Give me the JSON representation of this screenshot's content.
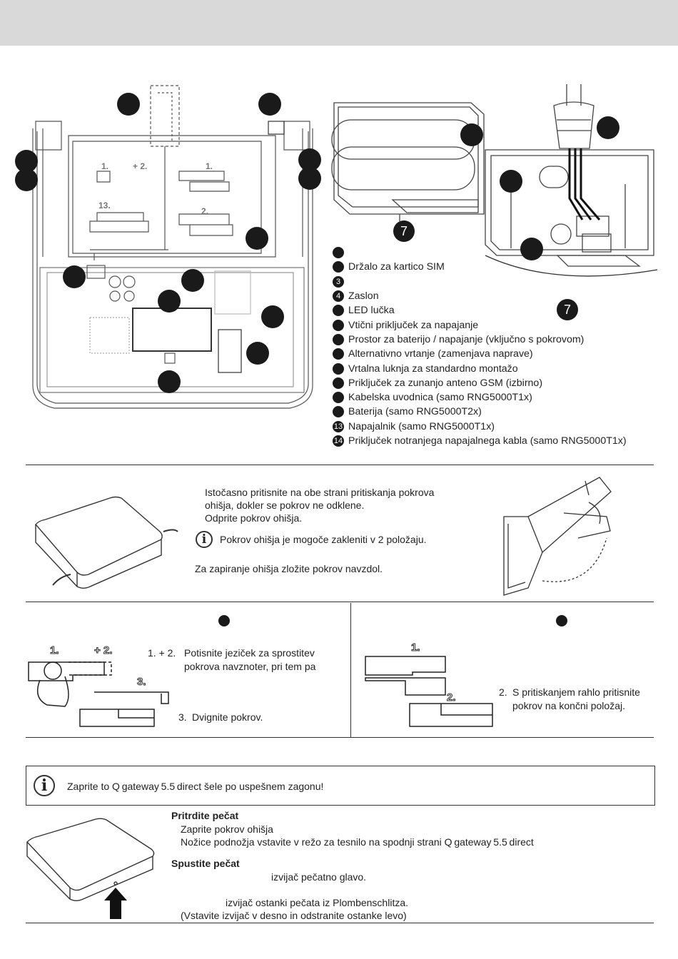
{
  "legend": [
    {
      "num": "",
      "label": ""
    },
    {
      "num": "",
      "label": "Držalo za kartico SIM"
    },
    {
      "num": "3",
      "label": ""
    },
    {
      "num": "4",
      "label": "Zaslon"
    },
    {
      "num": "",
      "label": "LED lučka"
    },
    {
      "num": "",
      "label": "Vtični priključek za napajanje"
    },
    {
      "num": "",
      "label": "Prostor za baterijo / napajanje (vključno s pokrovom)"
    },
    {
      "num": "",
      "label": "Alternativno vrtanje (zamenjava naprave)"
    },
    {
      "num": "",
      "label": "Vrtalna luknja za standardno montažo"
    },
    {
      "num": "",
      "label": "Priključek za zunanjo anteno GSM (izbirno)"
    },
    {
      "num": "",
      "label": "Kabelska uvodnica (samo RNG5000T1x)"
    },
    {
      "num": "",
      "label": "Baterija (samo RNG5000T2x)"
    },
    {
      "num": "13",
      "label": "Napajalnik (samo RNG5000T1x)"
    },
    {
      "num": "14",
      "label": "Priključek notranjega napajalnega kabla (samo RNG5000T1x)"
    }
  ],
  "callouts": {
    "seven_a": "7",
    "seven_b": "7"
  },
  "open_section": {
    "line1": "Istočasno pritisnite na obe strani pritiskanja pokrova",
    "line2": "ohišja, dokler se pokrov ne odklene.",
    "line3": "Odprite pokrov ohišja.",
    "info": "Pokrov ohišja je mogoče zakleniti v 2 položaju.",
    "close": "Za zapiranje ohišja zložite pokrov navzdol."
  },
  "left_panel": {
    "step_prefix": "1. + 2.",
    "step_line1": "Potisnite jeziček za sprostitev",
    "step_line2": "pokrova navznoter, pri tem pa",
    "step3_prefix": "3.",
    "step3": "Dvignite pokrov.",
    "fig_labels": {
      "one": "1.",
      "two": "+ 2.",
      "three": "3."
    }
  },
  "right_panel": {
    "step_prefix": "2.",
    "step_line1": "S pritiskanjem rahlo pritisnite",
    "step_line2": "pokrov na končni položaj.",
    "fig_labels": {
      "one": "1.",
      "two": "2."
    }
  },
  "info_box": {
    "text": "Zaprite to Q gateway 5.5 direct šele po uspešnem zagonu!"
  },
  "seal": {
    "attach_title": "Pritrdite pečat",
    "attach_1": "Zaprite pokrov ohišja",
    "attach_2": "Nožice podnožja vstavite v režo za tesnilo na spodnji strani Q gateway 5.5 direct",
    "release_title": "Spustite pečat",
    "release_1": "izvijač pečatno glavo.",
    "release_2": "izvijač ostanki pečata iz Plombenschlitza.",
    "release_3": "(Vstavite izvijač v desno in odstranite ostanke levo)"
  },
  "diagram_labels": {
    "one": "1.",
    "two": "+ 2.",
    "three": "13.",
    "down1": "1.",
    "two_b": "2."
  }
}
